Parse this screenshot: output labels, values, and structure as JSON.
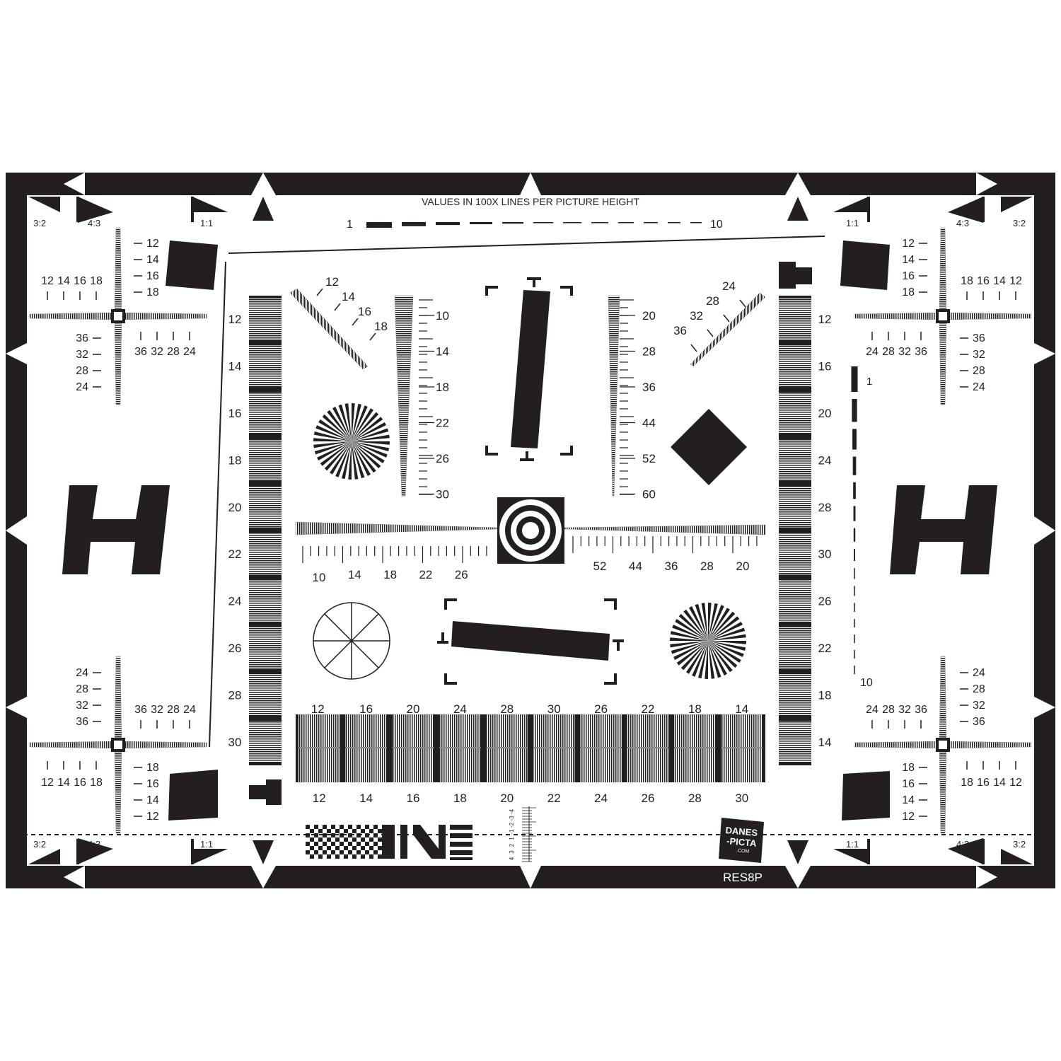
{
  "title": "VALUES IN 100X LINES PER PICTURE HEIGHT",
  "model": "RES8P",
  "brand_logo": [
    "DANES",
    "-PICTA",
    ".COM"
  ],
  "colors": {
    "ink": "#231f20",
    "paper": "#ffffff",
    "mid": "#8a8a8a"
  },
  "top_scale": {
    "min": "1",
    "max": "10"
  },
  "aspect_ratios": {
    "a": "3:2",
    "b": "4:3",
    "c": "1:1"
  },
  "corner_scales": {
    "horiz_left": [
      "12",
      "14",
      "16",
      "18"
    ],
    "horiz_right": [
      "18",
      "16",
      "14",
      "12"
    ],
    "horiz_coarse_left": [
      "36",
      "32",
      "28",
      "24"
    ],
    "horiz_coarse_right": [
      "24",
      "28",
      "32",
      "36"
    ],
    "vert_fine_down": [
      "12",
      "14",
      "16",
      "18"
    ],
    "vert_fine_up": [
      "18",
      "16",
      "14",
      "12"
    ],
    "vert_coarse_down": [
      "36",
      "32",
      "28",
      "24"
    ],
    "vert_coarse_up": [
      "24",
      "28",
      "32",
      "36"
    ]
  },
  "left_column": [
    "12",
    "14",
    "16",
    "18",
    "20",
    "22",
    "24",
    "26",
    "28",
    "30"
  ],
  "right_column": [
    "12",
    "16",
    "20",
    "24",
    "28",
    "30",
    "26",
    "22",
    "18",
    "14"
  ],
  "right_scale": {
    "min": "1",
    "max": "10"
  },
  "diag_left": [
    "12",
    "14",
    "16",
    "18"
  ],
  "diag_right": [
    "24",
    "28",
    "32",
    "36"
  ],
  "wedge_left": [
    "10",
    "14",
    "18",
    "22",
    "26",
    "30"
  ],
  "wedge_right": [
    "20",
    "28",
    "36",
    "44",
    "52",
    "60"
  ],
  "horiz_wedge_left": [
    "10",
    "14",
    "18",
    "22",
    "26"
  ],
  "horiz_wedge_right": [
    "52",
    "44",
    "36",
    "28",
    "20"
  ],
  "bottom_top": [
    "12",
    "16",
    "20",
    "24",
    "28",
    "30",
    "26",
    "22",
    "18",
    "14"
  ],
  "bottom_bottom": [
    "12",
    "14",
    "16",
    "18",
    "20",
    "22",
    "24",
    "26",
    "28",
    "30"
  ],
  "mini_scale": [
    "4",
    "3",
    "2",
    "1",
    "-1",
    "-2",
    "-3",
    "-4"
  ]
}
